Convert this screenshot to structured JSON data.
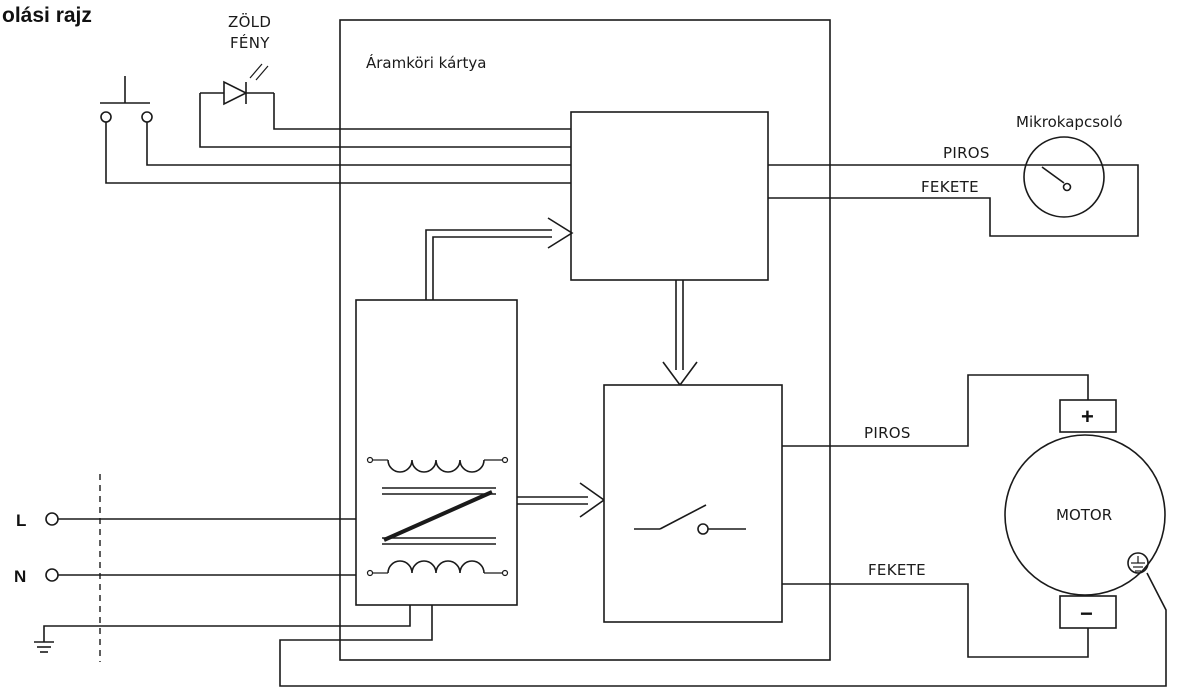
{
  "title": "olási rajz",
  "labels": {
    "green_light_line1": "ZÖLD",
    "green_light_line2": "FÉNY",
    "circuit_board": "Áramköri kártya",
    "microswitch": "Mikrokapcsoló",
    "microswitch_red": "PIROS",
    "microswitch_black": "FEKETE",
    "motor_red": "PIROS",
    "motor_black": "FEKETE",
    "motor": "MOTOR",
    "motor_plus": "+",
    "motor_minus": "−",
    "terminal_l": "L",
    "terminal_n": "N"
  }
}
